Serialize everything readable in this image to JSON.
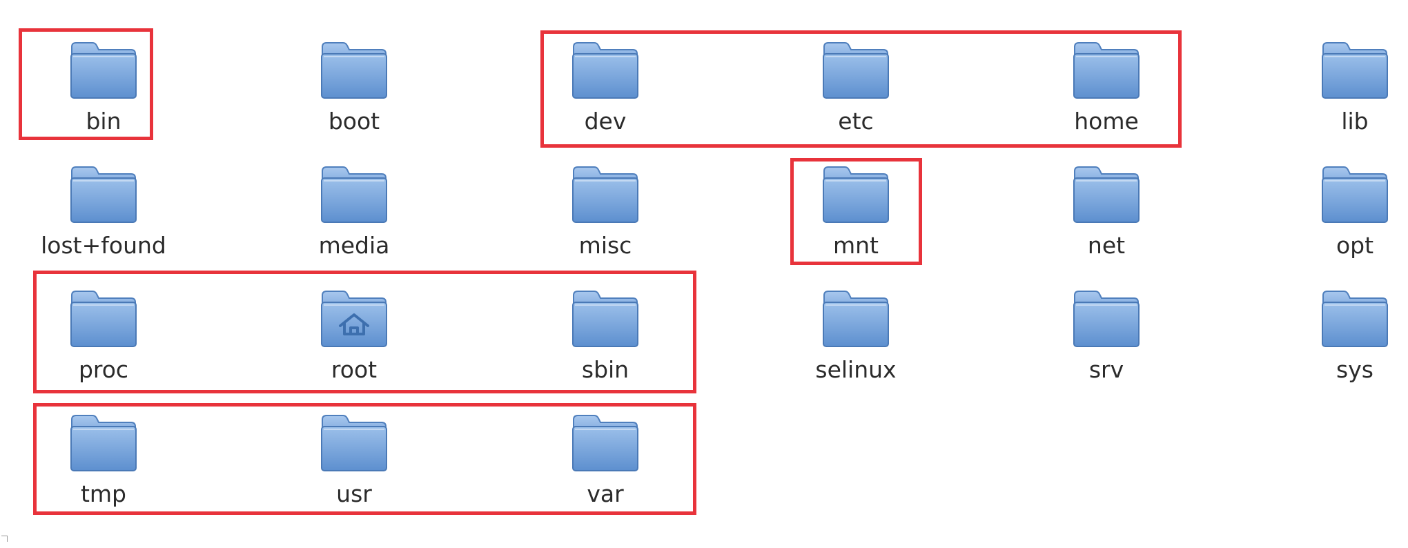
{
  "directories": [
    {
      "name": "bin",
      "icon": "folder-icon"
    },
    {
      "name": "boot",
      "icon": "folder-icon"
    },
    {
      "name": "dev",
      "icon": "folder-icon"
    },
    {
      "name": "etc",
      "icon": "folder-icon"
    },
    {
      "name": "home",
      "icon": "folder-icon"
    },
    {
      "name": "lib",
      "icon": "folder-icon"
    },
    {
      "name": "lost+found",
      "icon": "folder-icon"
    },
    {
      "name": "media",
      "icon": "folder-icon"
    },
    {
      "name": "misc",
      "icon": "folder-icon"
    },
    {
      "name": "mnt",
      "icon": "folder-icon"
    },
    {
      "name": "net",
      "icon": "folder-icon"
    },
    {
      "name": "opt",
      "icon": "folder-icon"
    },
    {
      "name": "proc",
      "icon": "folder-icon"
    },
    {
      "name": "root",
      "icon": "home-folder-icon"
    },
    {
      "name": "sbin",
      "icon": "folder-icon"
    },
    {
      "name": "selinux",
      "icon": "folder-icon"
    },
    {
      "name": "srv",
      "icon": "folder-icon"
    },
    {
      "name": "sys",
      "icon": "folder-icon"
    },
    {
      "name": "tmp",
      "icon": "folder-icon"
    },
    {
      "name": "usr",
      "icon": "folder-icon"
    },
    {
      "name": "var",
      "icon": "folder-icon"
    }
  ],
  "highlight_groups": [
    [
      "bin"
    ],
    [
      "dev",
      "etc",
      "home"
    ],
    [
      "mnt"
    ],
    [
      "proc",
      "root",
      "sbin"
    ],
    [
      "tmp",
      "usr",
      "var"
    ]
  ],
  "colors": {
    "highlight": "#e8333b",
    "folder_body": "#6f9fd8",
    "folder_tab": "#8fb6e6",
    "label_text": "#2b2b2b"
  }
}
